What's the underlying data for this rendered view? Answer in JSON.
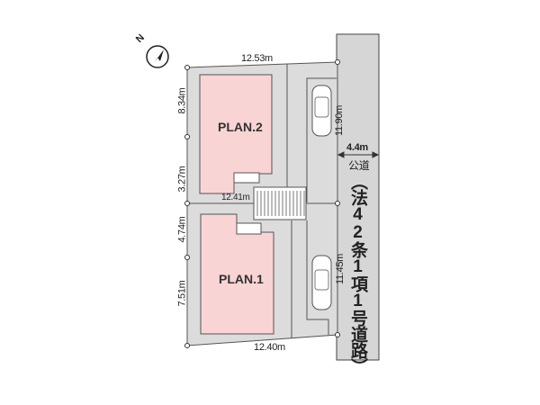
{
  "compass": {
    "north_label": "N"
  },
  "plans": [
    {
      "label": "PLAN.2"
    },
    {
      "label": "PLAN.1"
    }
  ],
  "dimensions": {
    "top": "12.53m",
    "middle": "12.41m",
    "bottom": "12.40m",
    "left_upper_a": "8.34m",
    "left_upper_b": "3.27m",
    "left_lower_a": "4.74m",
    "left_lower_b": "7.51m",
    "right_upper": "11.90m",
    "right_lower": "11.45m",
    "road_width": "4.4m"
  },
  "road": {
    "type": "公道",
    "designation": "（法42条1項1号道路）"
  },
  "colors": {
    "house": "#f9d4d4",
    "lot": "#dcdcdc",
    "road": "#d6d6d6"
  }
}
